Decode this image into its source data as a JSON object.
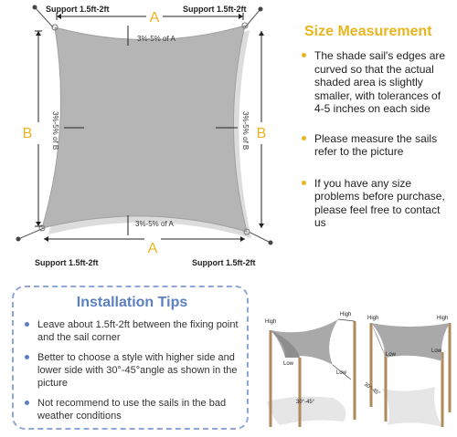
{
  "diagram": {
    "label_top": "A",
    "label_bottom": "A",
    "label_left": "B",
    "label_right": "B",
    "tol_top": "3%-5% of A",
    "tol_bottom": "3%-5% of A",
    "tol_left": "3%-5% of B",
    "tol_right": "3%-5% of B",
    "support_tl": "Support 1.5ft-2ft",
    "support_tr": "Support 1.5ft-2ft",
    "support_bl": "Support 1.5ft-2ft",
    "support_br": "Support 1.5ft-2ft"
  },
  "size": {
    "title": "Size Measurement",
    "items": [
      "The shade sail's edges are curved so that the actual shaded area is slightly smaller, with tolerances of 4-5 inches on each side",
      "Please measure the sails refer to the picture",
      "If you have any size problems before purchase, please feel free to contact us"
    ]
  },
  "tips": {
    "title": "Installation Tips",
    "items": [
      "Leave about 1.5ft-2ft between the fixing point and the sail corner",
      "Better to choose a style with higher side and lower side with 30°-45°angle as shown in the picture",
      "Not recommend to use the sails in the bad weather conditions"
    ]
  },
  "illustration": {
    "left_high_1": "High",
    "left_high_2": "High",
    "left_low_1": "Low",
    "left_low_2": "Low",
    "left_angle": "30°-45°",
    "right_high_1": "High",
    "right_high_2": "High",
    "right_low_1": "Low",
    "right_low_2": "Low",
    "right_angle": "30°-45°"
  },
  "colors": {
    "accent_yellow": "#e8b520",
    "accent_blue": "#5a7fc3",
    "sail_gray": "#b5b5b5"
  }
}
